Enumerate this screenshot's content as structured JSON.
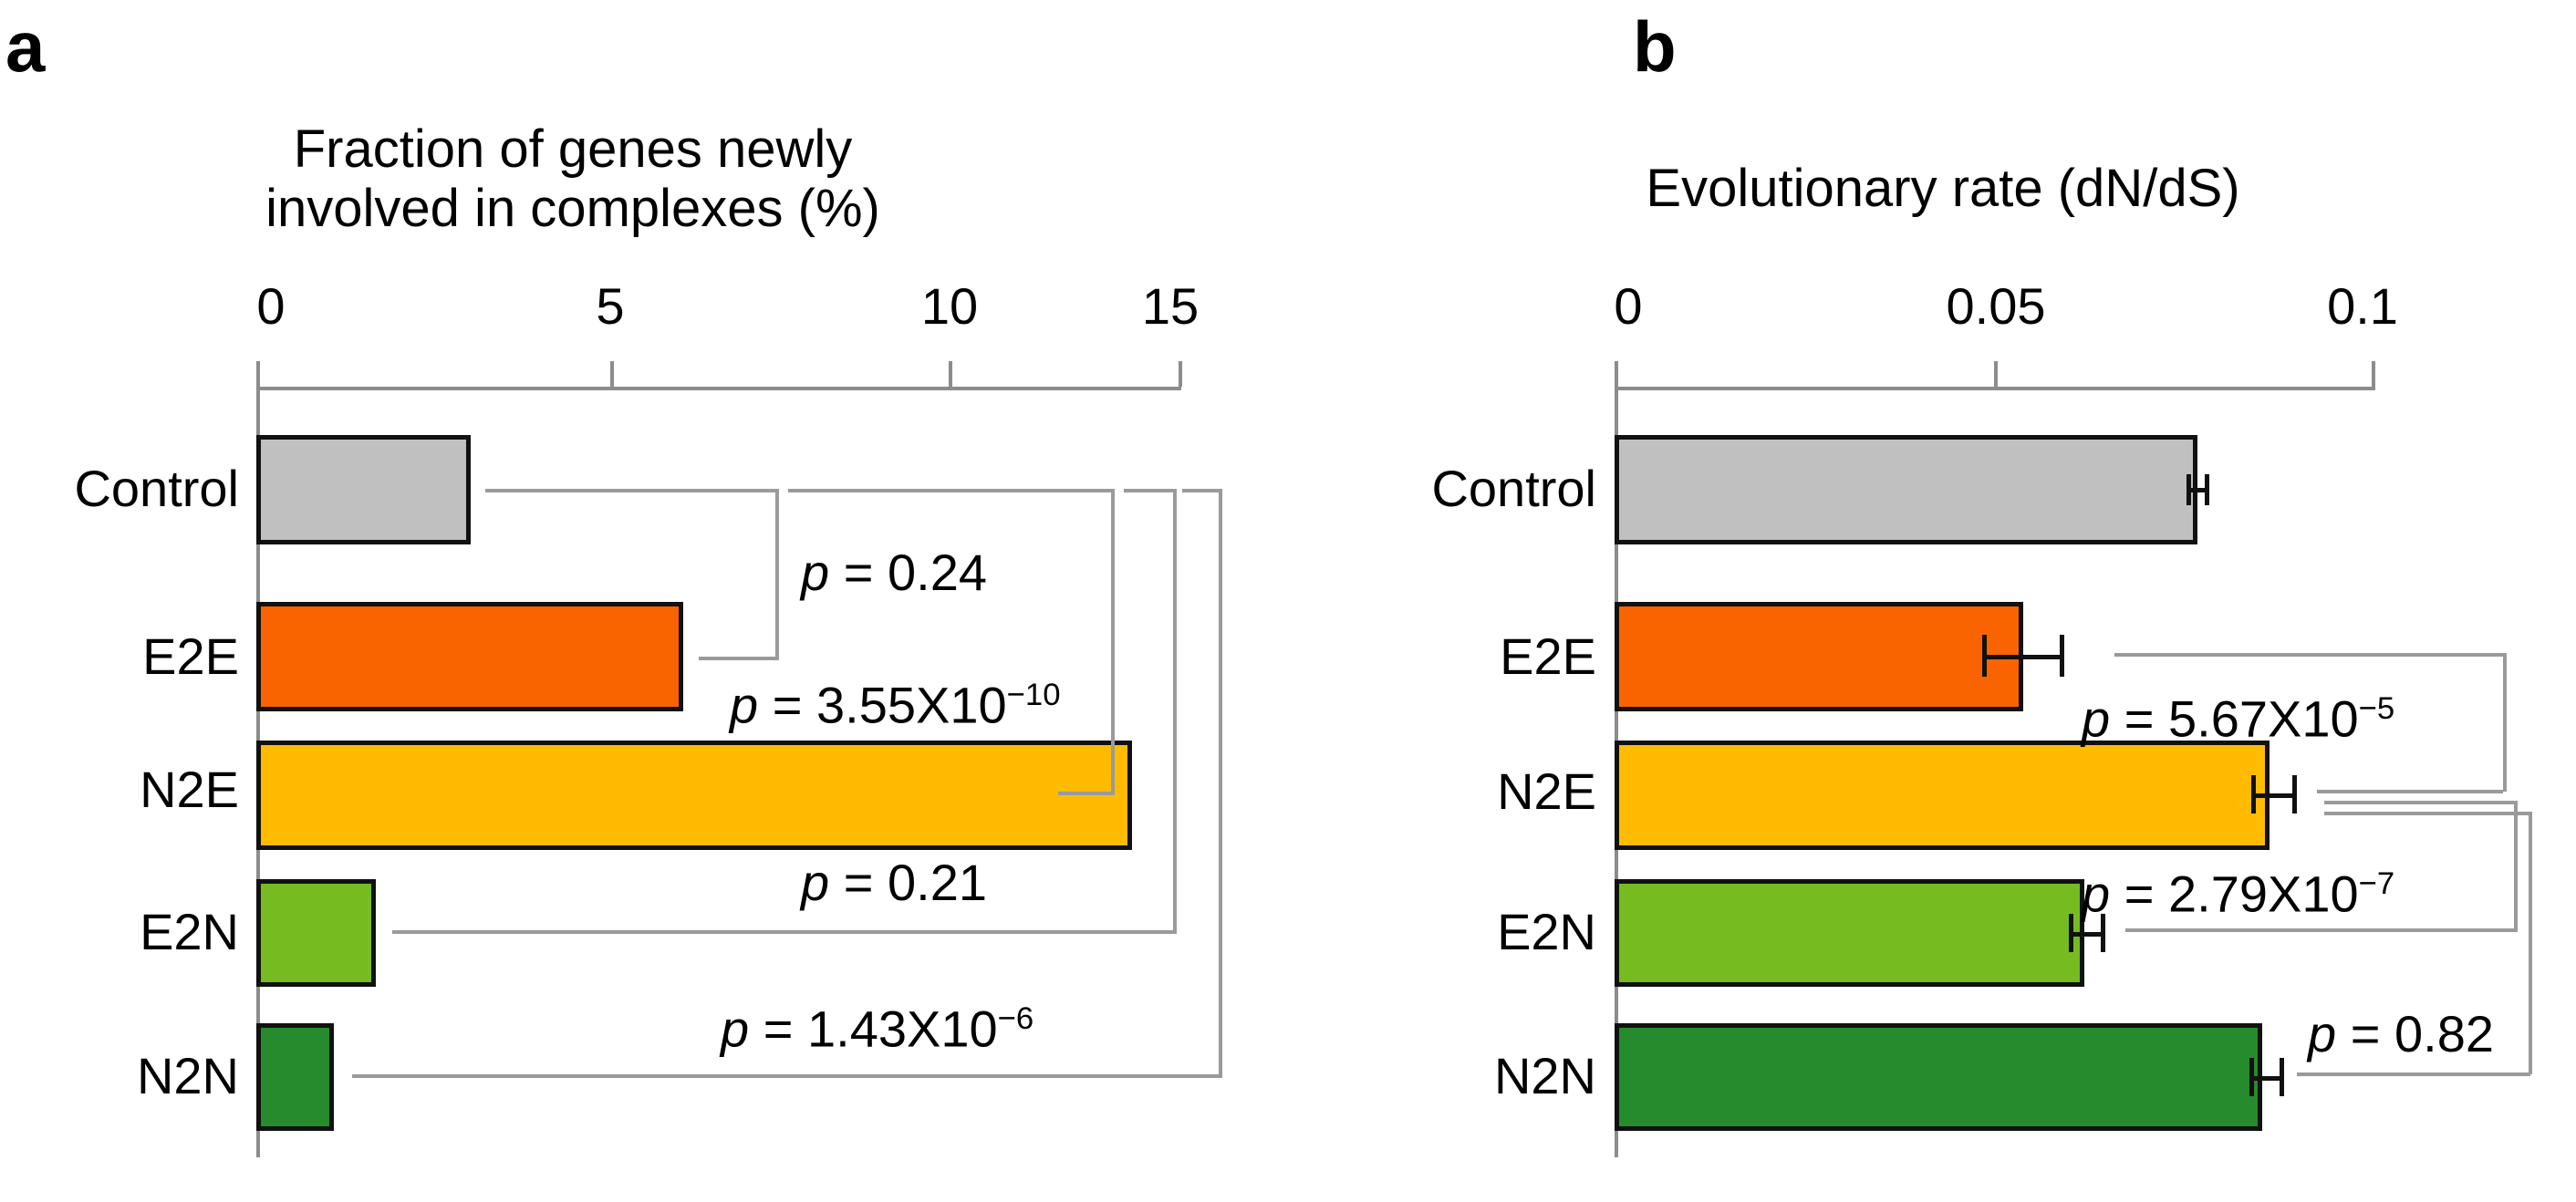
{
  "figure": {
    "panels": [
      {
        "letter": "a",
        "axis_title": "Fraction of genes newly\ninvolved in complexes (%)",
        "tick_labels": [
          "0",
          "5",
          "10",
          "15"
        ],
        "category_labels": [
          "Control",
          "E2E",
          "N2E",
          "E2N",
          "N2N"
        ],
        "pvalues": [
          {
            "prefix": "p",
            "eq": " = ",
            "value": "0.24",
            "exp": ""
          },
          {
            "prefix": "p",
            "eq": " = ",
            "value": "3.55X10",
            "exp": "−10"
          },
          {
            "prefix": "p",
            "eq": " = ",
            "value": "0.21",
            "exp": ""
          },
          {
            "prefix": "p",
            "eq": " = ",
            "value": "1.43X10",
            "exp": "−6"
          }
        ]
      },
      {
        "letter": "b",
        "axis_title": "Evolutionary rate (dN/dS)",
        "tick_labels": [
          "0",
          "0.05",
          "0.1"
        ],
        "category_labels": [
          "Control",
          "E2E",
          "N2E",
          "E2N",
          "N2N"
        ],
        "pvalues": [
          {
            "prefix": "p",
            "eq": " = ",
            "value": "5.67X10",
            "exp": "−5"
          },
          {
            "prefix": "p",
            "eq": " = ",
            "value": "2.79X10",
            "exp": "−7"
          },
          {
            "prefix": "p",
            "eq": " = ",
            "value": "0.82",
            "exp": ""
          }
        ]
      }
    ]
  },
  "colors": {
    "control": "#C0C0C0",
    "e2e": "#FA6400",
    "n2e": "#FFBB00",
    "e2n": "#76BC21",
    "n2n": "#268B2C",
    "bar_outline": "#111111",
    "axis": "#8C8C8C",
    "bracket": "#9A9A9A"
  },
  "chart_data": [
    {
      "type": "bar",
      "panel": "a",
      "orientation": "horizontal",
      "title": "Fraction of genes newly involved in complexes (%)",
      "xlabel": "Fraction of genes newly involved in complexes (%)",
      "ylabel": "",
      "categories": [
        "Control",
        "E2E",
        "N2E",
        "E2N",
        "N2N"
      ],
      "values": [
        3.4,
        6.9,
        14.3,
        1.9,
        1.2
      ],
      "xlim": [
        0,
        15
      ],
      "xticks": [
        0,
        5,
        10,
        15
      ],
      "grid": false,
      "legend": "none",
      "error_bars": false,
      "annotations": [
        {
          "comparison": "Control vs E2E",
          "label": "p = 0.24"
        },
        {
          "comparison": "Control vs N2E",
          "label": "p = 3.55X10−10"
        },
        {
          "comparison": "Control vs E2N",
          "label": "p = 0.21"
        },
        {
          "comparison": "Control vs N2N",
          "label": "p = 1.43X10−6"
        }
      ]
    },
    {
      "type": "bar",
      "panel": "b",
      "orientation": "horizontal",
      "title": "Evolutionary rate (dN/dS)",
      "xlabel": "Evolutionary rate (dN/dS)",
      "ylabel": "",
      "categories": [
        "Control",
        "E2E",
        "N2E",
        "E2N",
        "N2N"
      ],
      "values": [
        0.077,
        0.054,
        0.0865,
        0.062,
        0.0855
      ],
      "errors": [
        0.0015,
        0.0055,
        0.0025,
        0.0018,
        0.0015
      ],
      "xlim": [
        0,
        0.1
      ],
      "xticks": [
        0,
        0.05,
        0.1
      ],
      "grid": false,
      "legend": "none",
      "error_bars": true,
      "annotations": [
        {
          "comparison": "E2E vs N2E",
          "label": "p = 5.67X10−5"
        },
        {
          "comparison": "E2N vs N2E",
          "label": "p = 2.79X10−7"
        },
        {
          "comparison": "N2N vs N2E",
          "label": "p = 0.82"
        }
      ]
    }
  ]
}
